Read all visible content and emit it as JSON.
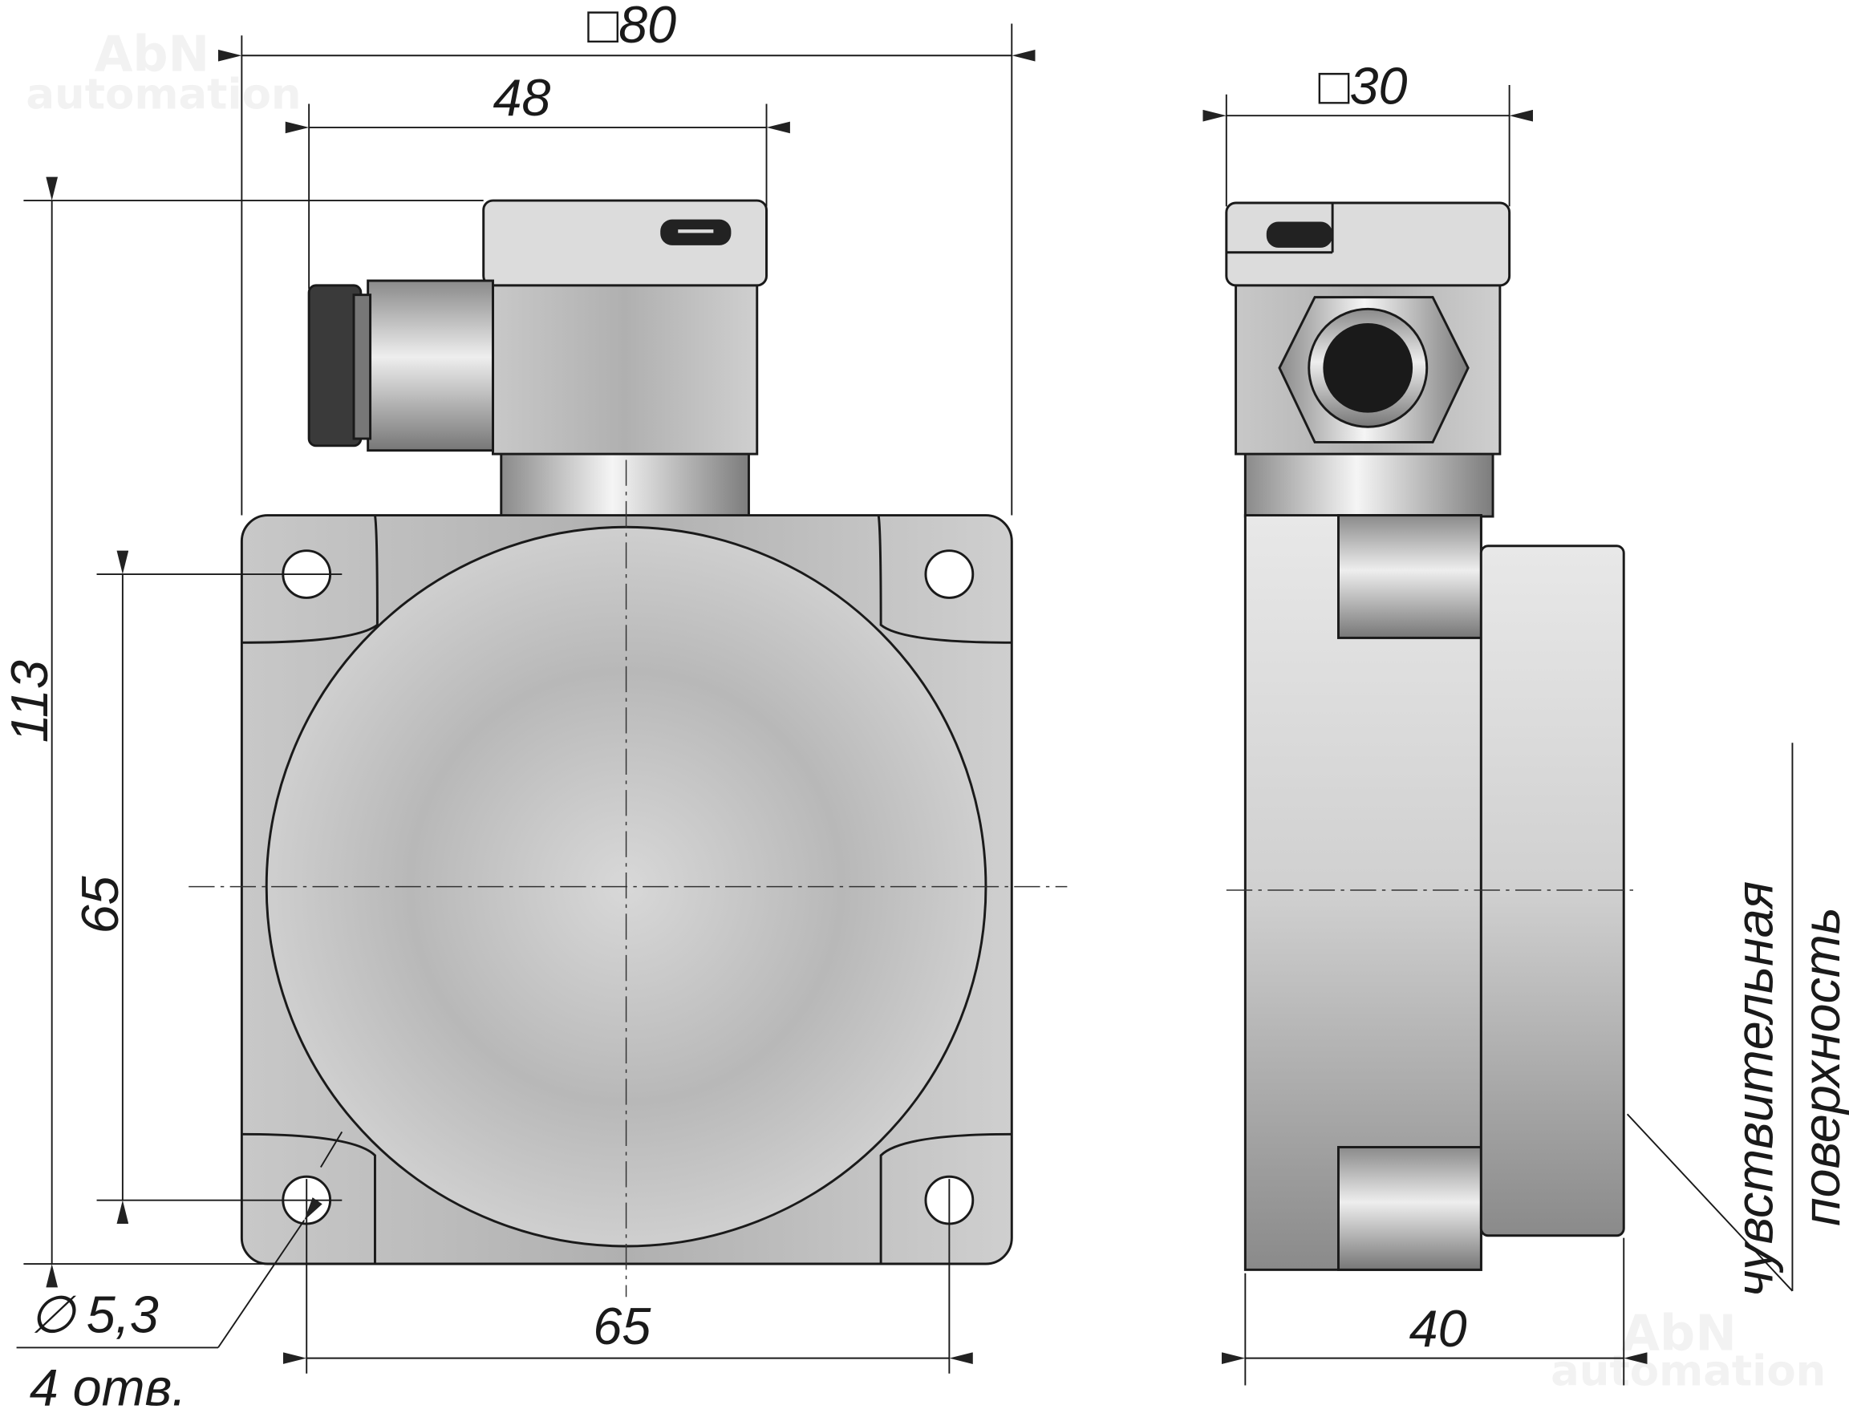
{
  "watermark": {
    "line1": "AbN",
    "line2": "automation"
  },
  "dimensions": {
    "width_square": "80",
    "connector_width": "48",
    "height_total": "113",
    "hole_spacing_vertical": "65",
    "hole_spacing_horizontal": "65",
    "side_square": "30",
    "side_depth": "40",
    "hole_diameter": "5,3",
    "hole_count": "4 отв."
  },
  "labels": {
    "sensing_surface_line1": "чувствительная",
    "sensing_surface_line2": "поверхность"
  },
  "symbols": {
    "diameter": "∅",
    "square": "□"
  },
  "colors": {
    "metal_light": "#e6e6e6",
    "metal_dark": "#9a9a9a",
    "hole_dark": "#1a1a1a"
  }
}
